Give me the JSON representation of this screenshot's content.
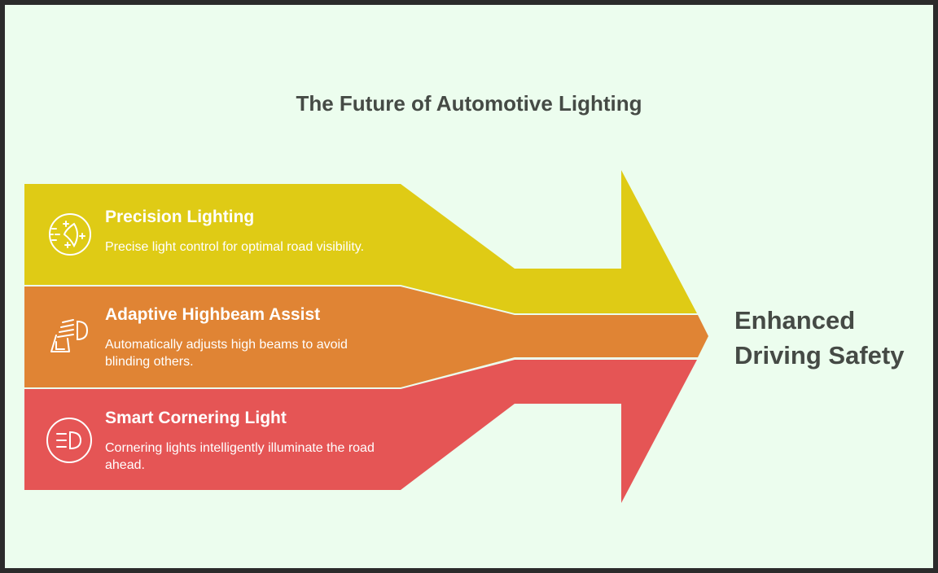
{
  "title": "The Future of Automotive Lighting",
  "items": [
    {
      "heading": "Precision Lighting",
      "description": "Precise light control for optimal road visibility.",
      "icon": "headlight-sparkle-icon",
      "color": "#dfcb15"
    },
    {
      "heading": "Adaptive Highbeam Assist",
      "description": "Automatically adjusts high beams to avoid blinding others.",
      "icon": "highbeam-road-icon",
      "color": "#e08434"
    },
    {
      "heading": "Smart Cornering Light",
      "description": "Cornering lights intelligently illuminate the road ahead.",
      "icon": "headlight-circle-icon",
      "color": "#e55555"
    }
  ],
  "result": {
    "line1": "Enhanced",
    "line2": "Driving Safety"
  }
}
